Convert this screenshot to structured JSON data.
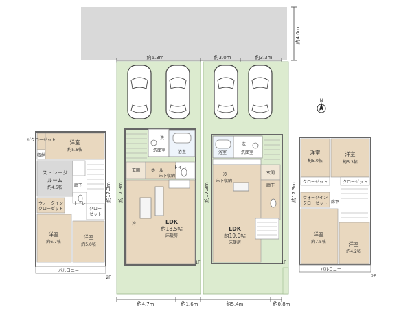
{
  "road": {
    "width": "約4.0m"
  },
  "lot_widths": {
    "left": "約6.3m",
    "middle": "約3.0m",
    "right": "約3.3m"
  },
  "bottom_dims": {
    "left": "約4.7m",
    "left_small": "約1.6m",
    "right": "約5.4m",
    "right_small": "約0.8m"
  },
  "side_dims": {
    "plan_a_2f": "約17.3m",
    "plan_a_1f": "約17.3m",
    "plan_b_1f": "約17.3m",
    "plan_b_2f": "約17.3m"
  },
  "compass": {
    "north": "N"
  },
  "plan_a_2f": {
    "floor": "2F",
    "balcony": "バルコニー",
    "closet_small": "ゼクローゼット",
    "storage": "収納",
    "room_top": {
      "name": "洋室",
      "size": "約5.6帖"
    },
    "storage_room": {
      "name1": "ストレージ",
      "name2": "ルーム",
      "size": "約4.5帖"
    },
    "walkin": {
      "line1": "ウォークイン",
      "line2": "クローゼット"
    },
    "closet": {
      "line1": "クロー",
      "line2": "ゼット"
    },
    "hall": "廊下",
    "toilet": "トイレ",
    "room_left": {
      "name": "洋室",
      "size": "約6.7帖"
    },
    "room_right": {
      "name": "洋室",
      "size": "約5.0帖"
    }
  },
  "plan_a_1f": {
    "floor": "1F",
    "washroom": "洗面室",
    "wash": "洗",
    "bath": "浴室",
    "entrance": "玄関",
    "hall": "ホール",
    "toilet": "トイレ",
    "under_storage": "床下収納",
    "ldk": {
      "name": "LDK",
      "size": "約18.5帖",
      "floor": "床暖房"
    },
    "fridge": "冷"
  },
  "plan_b_1f": {
    "floor": "1F",
    "washroom": "洗面室",
    "wash": "洗",
    "bath": "浴室",
    "entrance": "玄関",
    "hall": "廊下",
    "under_storage": "床下収納",
    "ldk": {
      "name": "LDK",
      "size": "約19.0帖",
      "floor": "床暖房"
    },
    "fridge": "冷"
  },
  "plan_b_2f": {
    "floor": "2F",
    "balcony": "バルコニー",
    "room_tl": {
      "name": "洋室",
      "size": "約5.0帖"
    },
    "room_tr": {
      "name": "洋室",
      "size": "約5.3帖"
    },
    "closet_l": "クローゼット",
    "closet_r": "クローゼット",
    "walkin": {
      "line1": "ウォークイン",
      "line2": "クローゼット"
    },
    "hall": "廊下",
    "room_bl": {
      "name": "洋室",
      "size": "約7.5帖"
    },
    "room_br": {
      "name": "洋室",
      "size": "約4.2帖"
    }
  }
}
